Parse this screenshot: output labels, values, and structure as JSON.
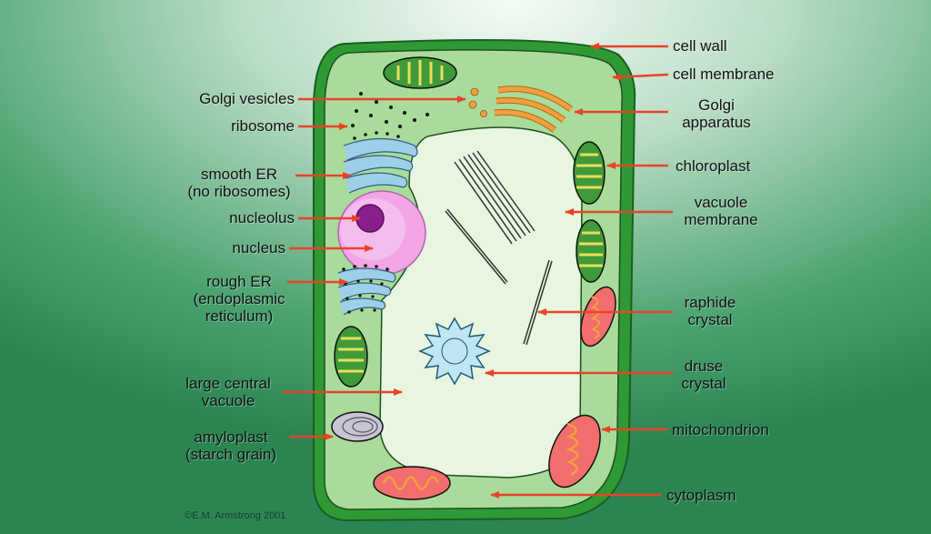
{
  "labels": {
    "cell_wall": "cell wall",
    "cell_membrane": "cell membrane",
    "golgi_vesicles": "Golgi vesicles",
    "ribosome": "ribosome",
    "golgi_apparatus_1": "Golgi",
    "golgi_apparatus_2": "apparatus",
    "smooth_er_1": "smooth ER",
    "smooth_er_2": "(no ribosomes)",
    "chloroplast": "chloroplast",
    "vacuole_membrane_1": "vacuole",
    "vacuole_membrane_2": "membrane",
    "nucleolus": "nucleolus",
    "nucleus": "nucleus",
    "rough_er_1": "rough ER",
    "rough_er_2": "(endoplasmic",
    "rough_er_3": "reticulum)",
    "raphide_1": "raphide",
    "raphide_2": "crystal",
    "druse_1": "druse",
    "druse_2": "crystal",
    "large_vacuole_1": "large central",
    "large_vacuole_2": "vacuole",
    "mitochondrion": "mitochondrion",
    "amyloplast_1": "amyloplast",
    "amyloplast_2": "(starch grain)",
    "cytoplasm": "cytoplasm"
  },
  "credit": "©E.M. Armstrong 2001",
  "colors": {
    "background": "#2e8b57",
    "cell_wall": "#2f9a35",
    "cytoplasm": "#a9dc9a",
    "vacuole": "#e8f5df",
    "arrow": "#e8432a",
    "nucleus": "#f2a6e6",
    "nucleolus": "#8a1f8c",
    "golgi": "#f0a040",
    "er": "#6ab0d8",
    "chloroplast_fill": "#3f9a3a",
    "mitochondrion_fill": "#f26d6d"
  }
}
